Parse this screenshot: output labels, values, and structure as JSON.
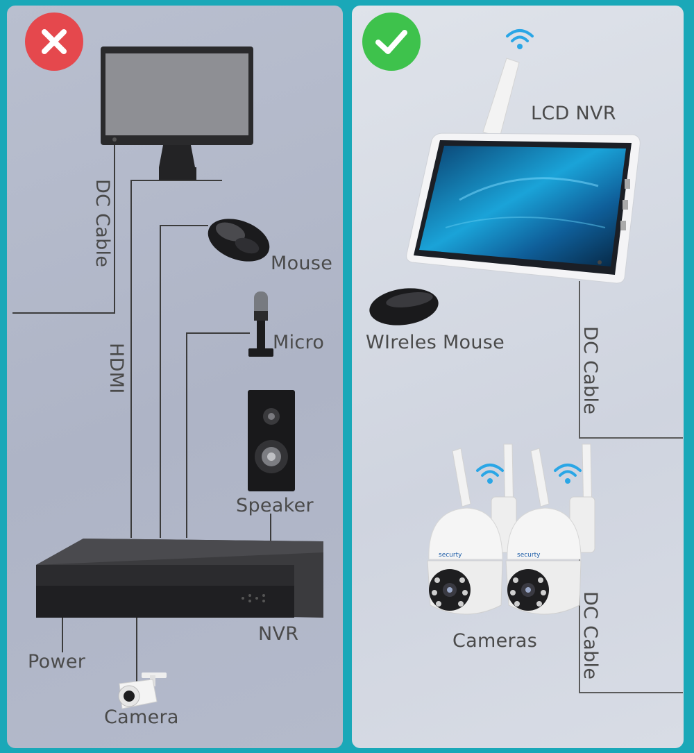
{
  "left_panel": {
    "status": "incorrect",
    "labels": {
      "dc_cable": "DC Cable",
      "hdmi": "HDMI",
      "mouse": "Mouse",
      "micro": "Micro",
      "speaker": "Speaker",
      "nvr": "NVR",
      "power": "Power",
      "camera": "Camera"
    }
  },
  "right_panel": {
    "status": "correct",
    "labels": {
      "lcd_nvr": "LCD NVR",
      "wireless_mouse": "WIreles Mouse",
      "dc_cable_top": "DC Cable",
      "cameras": "Cameras",
      "dc_cable_bottom": "DC Cable"
    }
  },
  "colors": {
    "background": "#1aa8b8",
    "bad_badge": "#e5484d",
    "good_badge": "#3ec24c",
    "wifi": "#2aa6e6"
  },
  "icons": {
    "bad": "close-icon",
    "good": "check-icon",
    "wifi": "wifi-icon"
  }
}
